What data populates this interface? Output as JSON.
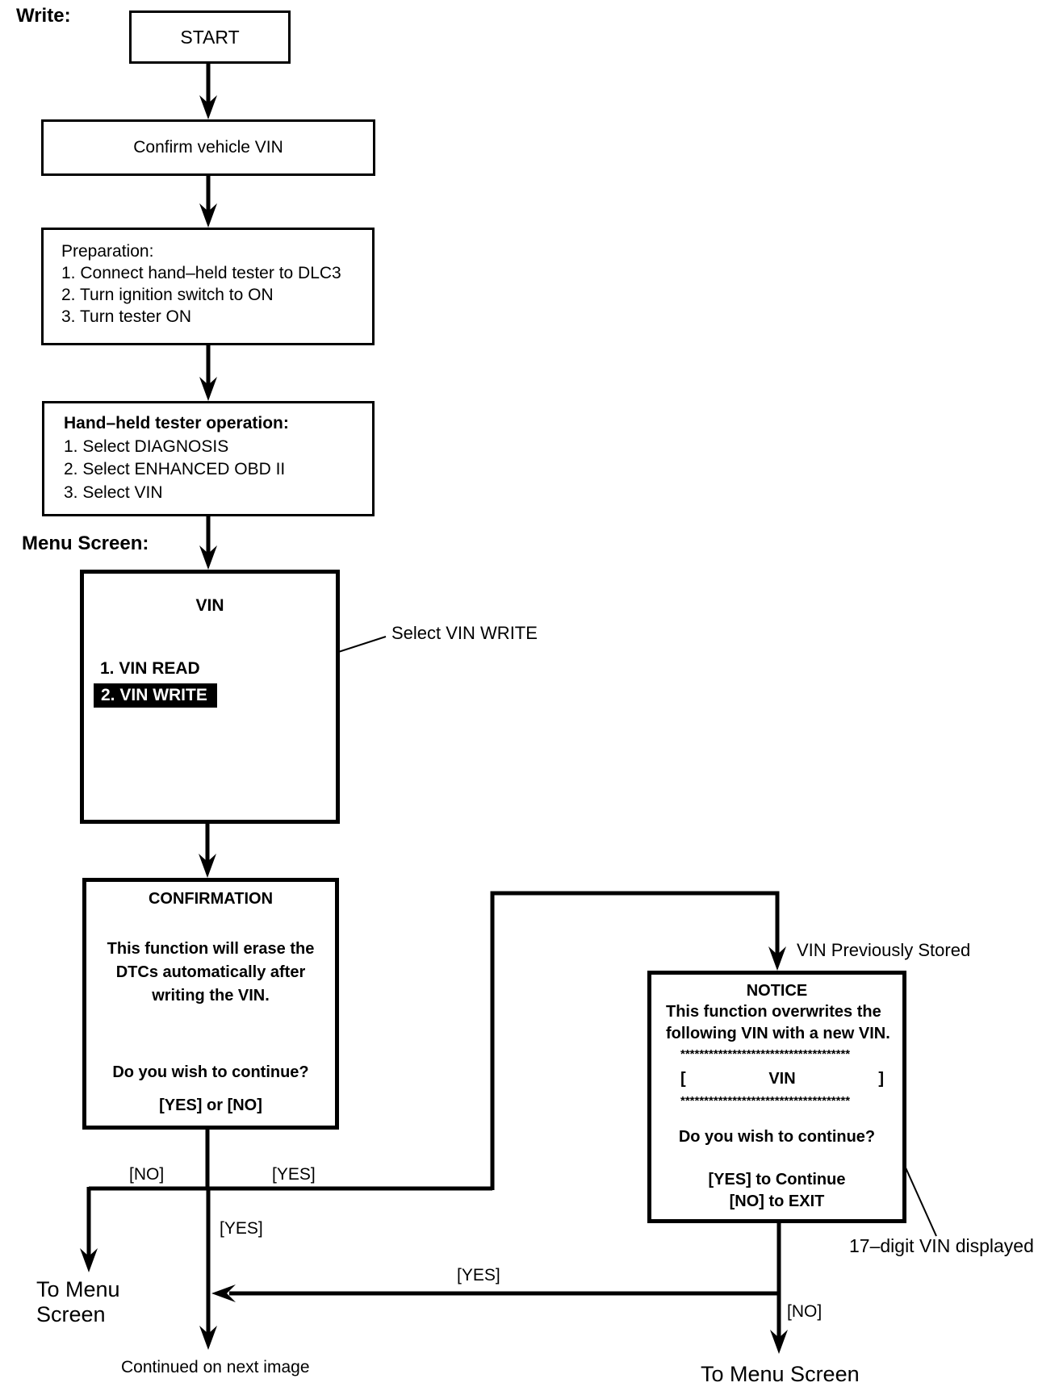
{
  "page": {
    "write_label": "Write:",
    "menu_screen_label": "Menu Screen:"
  },
  "flow": {
    "start": {
      "label": "START"
    },
    "confirm_vin": {
      "label": "Confirm vehicle VIN"
    },
    "preparation": {
      "title": "Preparation:",
      "steps": [
        "1. Connect hand–held tester to DLC3",
        "2. Turn ignition switch to ON",
        "3. Turn tester ON"
      ]
    },
    "tester_operation": {
      "title": "Hand–held tester operation:",
      "steps": [
        "1. Select DIAGNOSIS",
        "2. Select ENHANCED OBD II",
        "3. Select VIN"
      ]
    },
    "vin_menu": {
      "title": "VIN",
      "item_read": "1. VIN READ",
      "item_write": "2. VIN WRITE",
      "callout": "Select VIN WRITE"
    },
    "confirmation": {
      "title": "CONFIRMATION",
      "body_lines": [
        "This function will erase the",
        "DTCs automatically after",
        "writing the VIN."
      ],
      "question": "Do you wish to continue?",
      "options": "[YES] or [NO]"
    },
    "notice": {
      "title": "NOTICE",
      "body_lines": [
        "This function overwrites the",
        "following VIN with a new VIN."
      ],
      "stars": "************************************",
      "bracket_open": "[",
      "vin_label": "VIN",
      "bracket_close": "]",
      "question": "Do you wish to continue?",
      "option_yes": "[YES] to Continue",
      "option_no": "[NO] to EXIT"
    },
    "annotations": {
      "stored": "VIN Previously Stored",
      "digits": "17–digit VIN displayed"
    },
    "branches": {
      "no_left": "[NO]",
      "yes_right": "[YES]",
      "yes_center": "[YES]",
      "yes_return": "[YES]",
      "no_notice": "[NO]"
    },
    "endpoints": {
      "to_menu_left": "To Menu\nScreen",
      "continued": "Continued on next image",
      "to_menu_right": "To Menu Screen"
    }
  }
}
